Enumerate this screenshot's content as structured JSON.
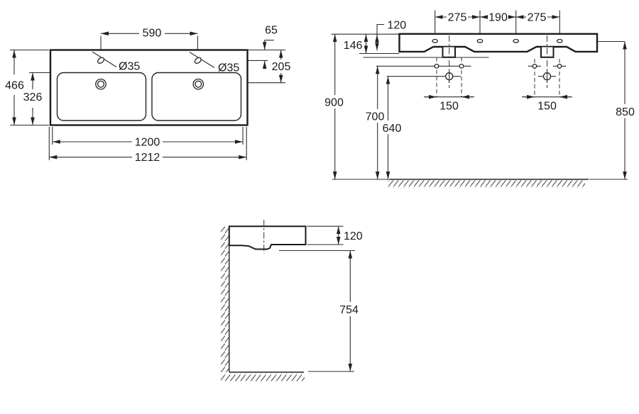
{
  "drawing": {
    "type": "sanitary-ware technical dimension drawing, double washbasin",
    "background": "#ffffff",
    "line_color": "#222222",
    "text_color": "#1a1a1a",
    "views": {
      "plan": {
        "dims": {
          "tap_spacing": "590",
          "tap_offset": "65",
          "faucet_offset": "205",
          "overall_depth": "466",
          "basin_depth": "326",
          "body_width": "1200",
          "overall_width": "1212",
          "tap_hole_left": "Ø35",
          "tap_hole_right": "Ø35"
        }
      },
      "front": {
        "dims": {
          "hole_pitch_left": "275",
          "hole_pitch_mid": "190",
          "hole_pitch_right": "275",
          "upper_height": "120",
          "body_height": "146",
          "overall_height": "900",
          "fixing_height": "700",
          "drain_height": "640",
          "fixing_pitch_left": "150",
          "fixing_pitch_right": "150",
          "rim_height": "850"
        }
      },
      "side": {
        "dims": {
          "body_height": "120",
          "under_clearance": "754"
        }
      }
    }
  }
}
